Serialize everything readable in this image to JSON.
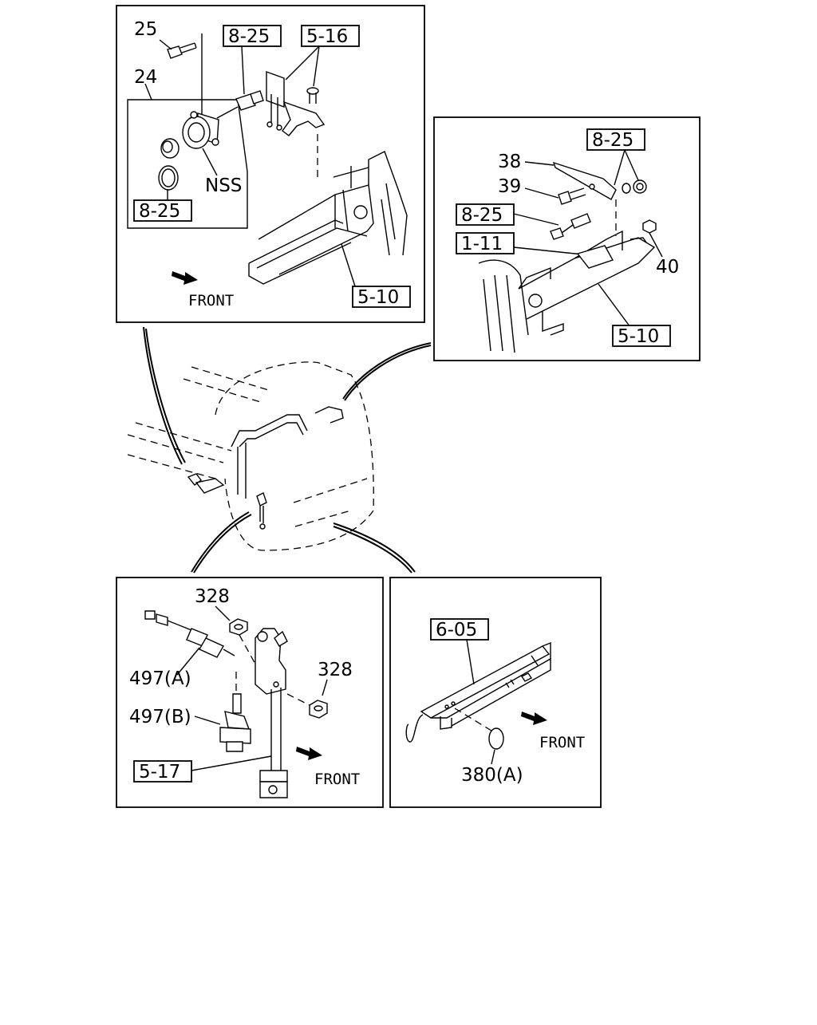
{
  "callouts": {
    "p1_25": "25",
    "p1_24": "24",
    "p1_ref_8_25_top": "8-25",
    "p1_ref_5_16": "5-16",
    "p1_nss": "NSS",
    "p1_ref_8_25_low": "8-25",
    "p1_front": "FRONT",
    "p1_ref_5_10": "5-10",
    "p2_ref_8_25_a": "8-25",
    "p2_38": "38",
    "p2_39": "39",
    "p2_ref_8_25_b": "8-25",
    "p2_ref_1_11": "1-11",
    "p2_40": "40",
    "p2_ref_5_10": "5-10",
    "p3_328_top": "328",
    "p3_497a": "497(A)",
    "p3_328_right": "328",
    "p3_497b": "497(B)",
    "p3_ref_5_17": "5-17",
    "p3_front": "FRONT",
    "p4_ref_6_05": "6-05",
    "p4_front": "FRONT",
    "p4_380a": "380(A)"
  },
  "icons": {
    "front_arrow": "front-arrow-icon",
    "leader_curve": "detail-pointer-curve"
  },
  "colors": {
    "line": "#000000",
    "background": "#ffffff"
  }
}
